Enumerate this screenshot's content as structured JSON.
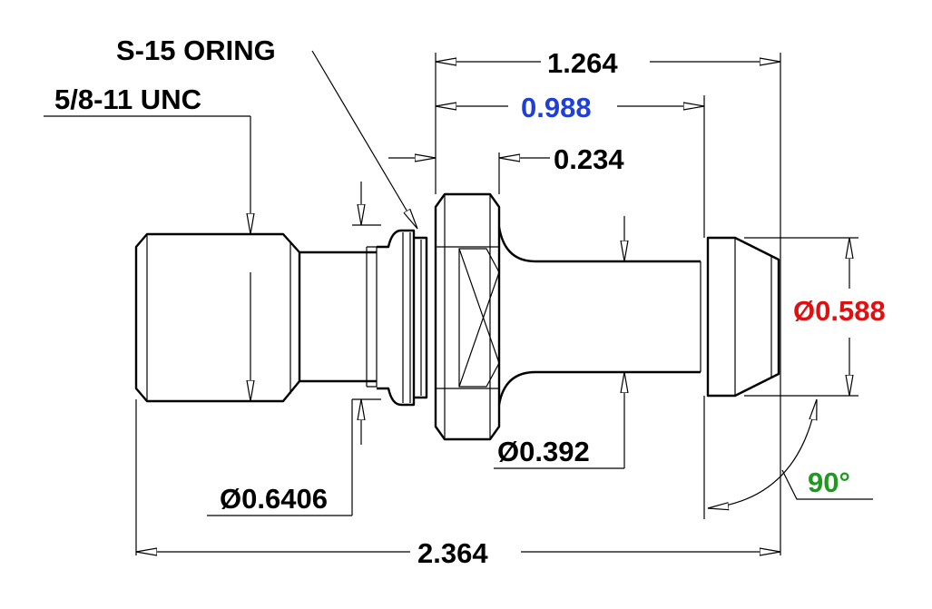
{
  "labels": {
    "oring": "S-15 ORING",
    "thread": "5/8-11 UNC",
    "len_total_top": "1.264",
    "len_0988": "0.988",
    "len_0234": "0.234",
    "dia_0588": "Ø0.588",
    "dia_0392": "Ø0.392",
    "dia_06406": "Ø0.6406",
    "angle": "90°",
    "len_overall": "2.364"
  },
  "colors": {
    "line": "#000000",
    "blue": "#1f3fd6",
    "red": "#e01010",
    "green": "#1e9a1e"
  }
}
